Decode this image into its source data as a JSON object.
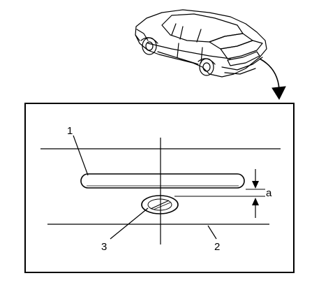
{
  "diagram": {
    "callouts": {
      "item_1": "1",
      "item_2": "2",
      "item_3": "3",
      "dimension_a": "a"
    },
    "colors": {
      "ink": "#000000",
      "paper": "#ffffff"
    },
    "illustration": {
      "vehicle": "sedan-rear-three-quarter-view",
      "pointer": "curved-arrow-to-detail",
      "detail": "rear-deck-lid-badge-and-emblem-placement"
    }
  }
}
